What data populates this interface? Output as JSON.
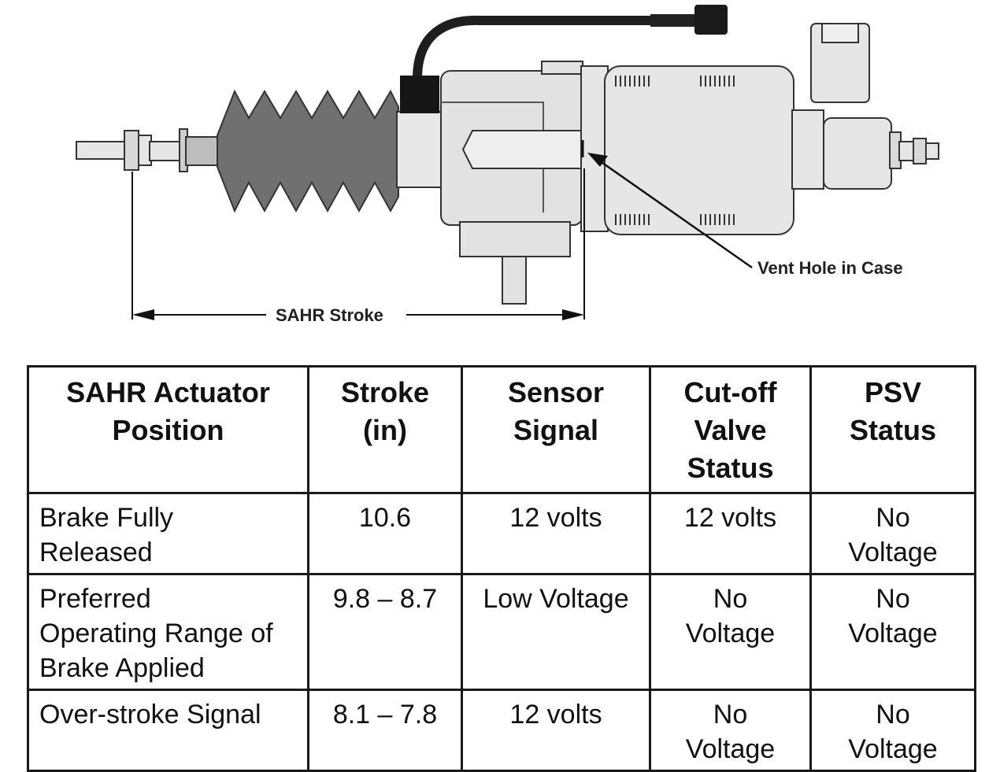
{
  "diagram": {
    "label_vent": "Vent Hole in Case",
    "label_stroke": "SAHR Stroke"
  },
  "table": {
    "headers": [
      [
        "SAHR Actuator",
        "Position"
      ],
      [
        "Stroke",
        "(in)"
      ],
      [
        "Sensor",
        "Signal"
      ],
      [
        "Cut-off",
        "Valve",
        "Status"
      ],
      [
        "PSV",
        "Status"
      ]
    ],
    "rows": [
      [
        [
          "Brake Fully",
          "Released"
        ],
        [
          "10.6"
        ],
        [
          "12 volts"
        ],
        [
          "12 volts"
        ],
        [
          "No",
          "Voltage"
        ]
      ],
      [
        [
          "Preferred",
          "Operating Range of",
          "Brake Applied"
        ],
        [
          "9.8 – 8.7"
        ],
        [
          "Low Voltage"
        ],
        [
          "No",
          "Voltage"
        ],
        [
          "No",
          "Voltage"
        ]
      ],
      [
        [
          "Over-stroke Signal"
        ],
        [
          "8.1 – 7.8"
        ],
        [
          "12 volts"
        ],
        [
          "No",
          "Voltage"
        ],
        [
          "No",
          "Voltage"
        ]
      ]
    ]
  }
}
